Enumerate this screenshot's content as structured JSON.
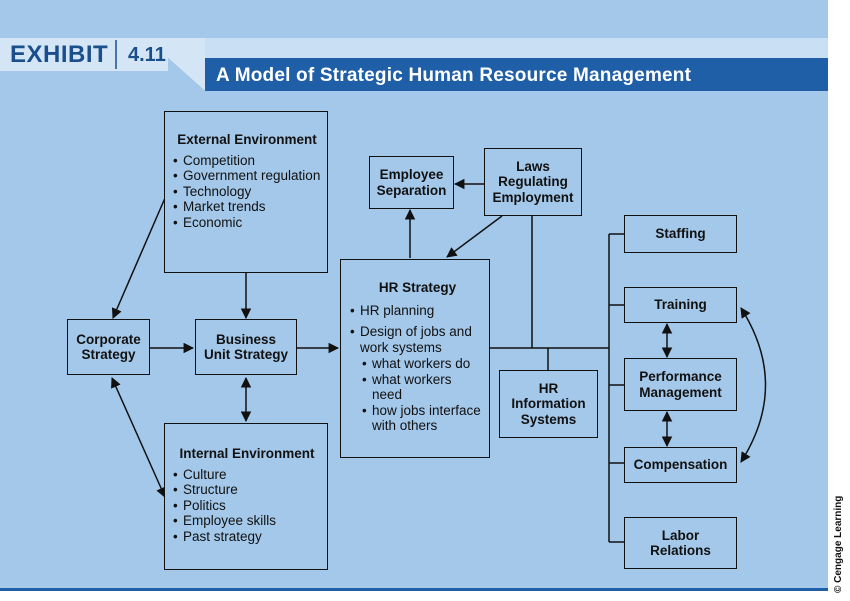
{
  "exhibit": {
    "label": "EXHIBIT",
    "number": "4.11"
  },
  "title": "A Model of Strategic Human Resource Management",
  "nodes": {
    "external_environment": {
      "heading": "External Environment",
      "items": [
        "Competition",
        "Government regulation",
        "Technology",
        "Market trends",
        "Economic"
      ]
    },
    "corporate_strategy": "Corporate Strategy",
    "business_unit_strategy": "Business Unit Strategy",
    "internal_environment": {
      "heading": "Internal Environment",
      "items": [
        "Culture",
        "Structure",
        "Politics",
        "Employee skills",
        "Past strategy"
      ]
    },
    "hr_strategy": {
      "heading": "HR Strategy",
      "items": [
        "HR planning",
        "Design of jobs and work systems"
      ],
      "subitems": [
        "what workers do",
        "what workers need",
        "how jobs interface with others"
      ]
    },
    "employee_separation": "Employee Separation",
    "laws_regulating_employment": "Laws Regulating Employment",
    "hr_information_systems": "HR Information Systems",
    "staffing": "Staffing",
    "training": "Training",
    "performance_management": "Performance Management",
    "compensation": "Compensation",
    "labor_relations": "Labor Relations"
  },
  "credit": "© Cengage Learning",
  "colors": {
    "panel": "#a3c8ea",
    "banner": "#1f5fa8",
    "tab": "#d4e6f6",
    "ink": "#111111"
  }
}
